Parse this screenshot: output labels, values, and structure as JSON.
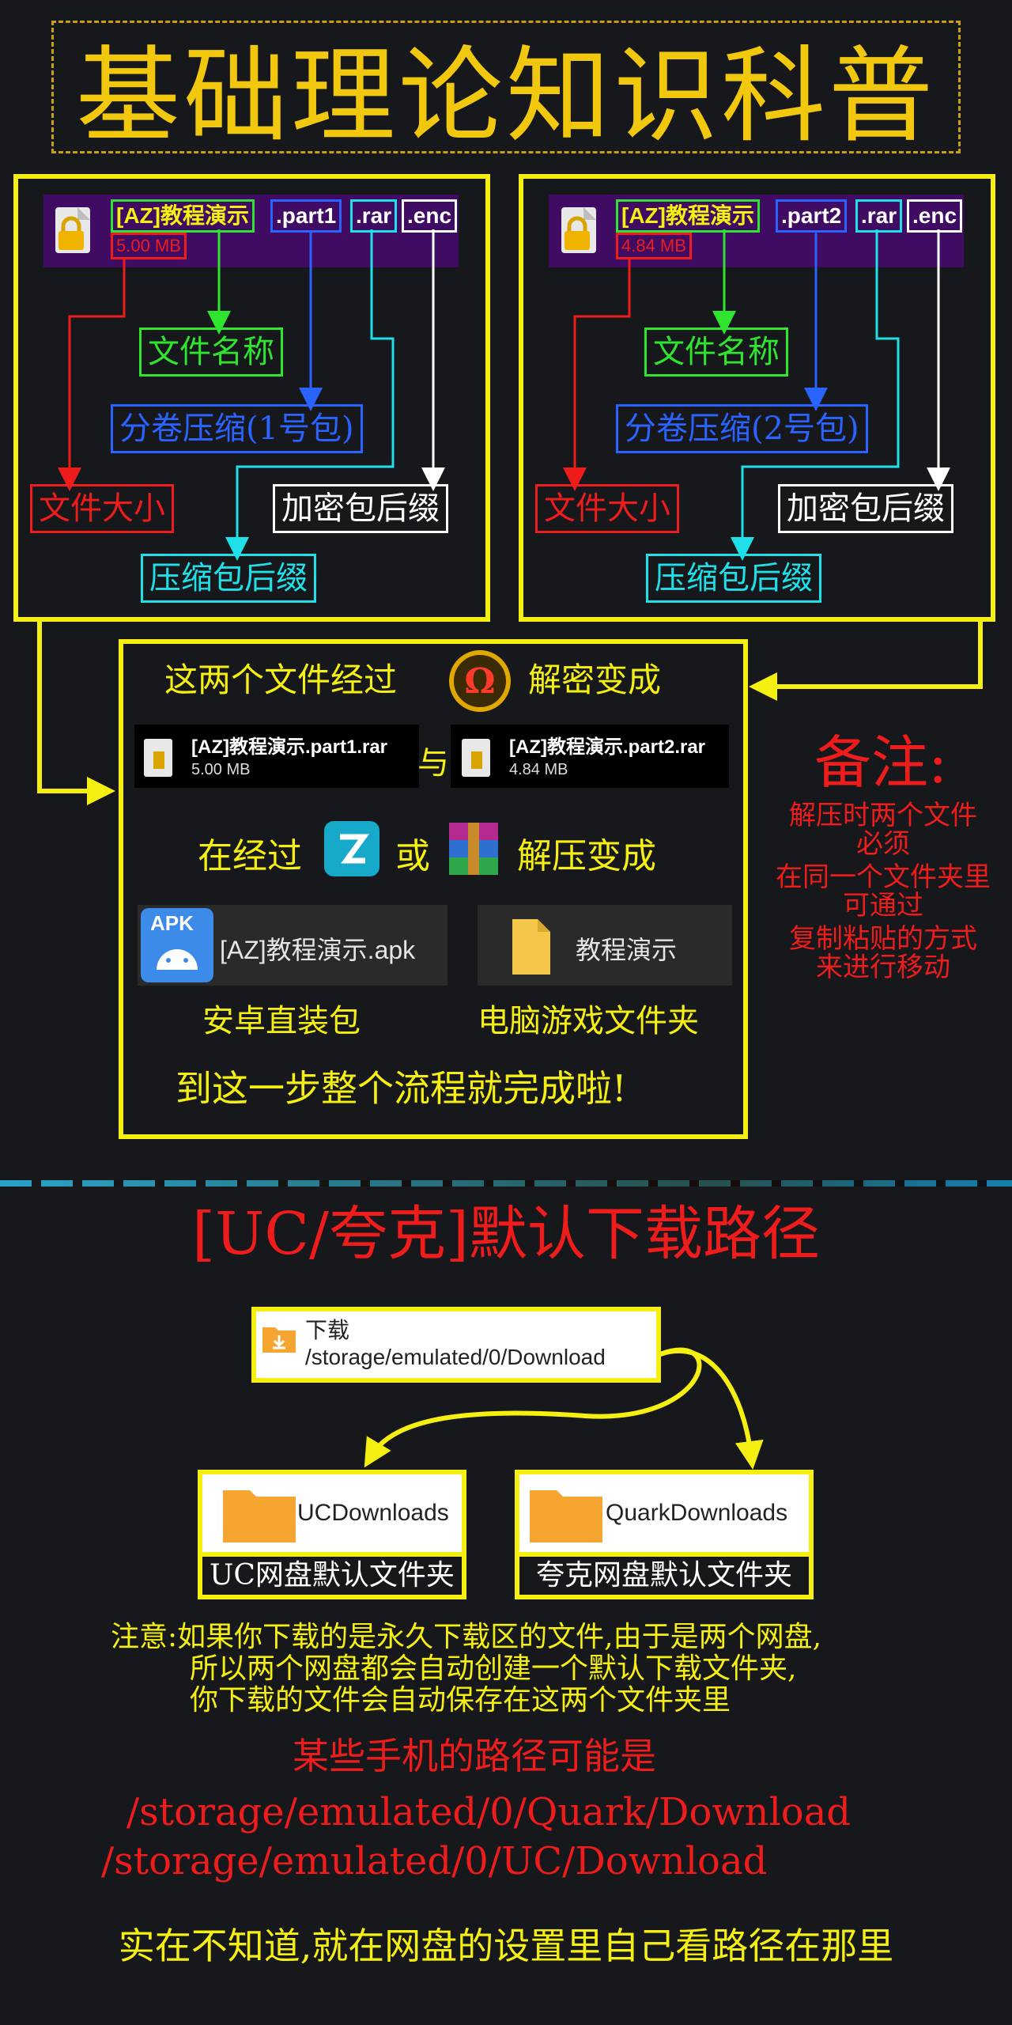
{
  "title": "基础理论知识科普",
  "left_card": {
    "name": "[AZ]教程演示",
    "part": ".part1",
    "rar": ".rar",
    "enc": ".enc",
    "size": "5.00 MB",
    "label_name": "文件名称",
    "label_part": "分卷压缩(1号包)",
    "label_size": "文件大小",
    "label_enc": "加密包后缀",
    "label_rar": "压缩包后缀"
  },
  "right_card": {
    "name": "[AZ]教程演示",
    "part": ".part2",
    "rar": ".rar",
    "enc": ".enc",
    "size": "4.84 MB",
    "label_name": "文件名称",
    "label_part": "分卷压缩(2号包)",
    "label_size": "文件大小",
    "label_enc": "加密包后缀",
    "label_rar": "压缩包后缀"
  },
  "center": {
    "line1_pre": "这两个文件经过",
    "line1_post": "解密变成",
    "file1_name": "[AZ]教程演示.part1.rar",
    "file1_size": "5.00 MB",
    "and": "与",
    "file2_name": "[AZ]教程演示.part2.rar",
    "file2_size": "4.84 MB",
    "line2_pre": "在经过",
    "line2_or": "或",
    "line2_post": "解压变成",
    "apk_badge": "APK",
    "apk_name": "[AZ]教程演示.apk",
    "folder_name": "教程演示",
    "apk_caption": "安卓直装包",
    "folder_caption": "电脑游戏文件夹",
    "done": "到这一步整个流程就完成啦!"
  },
  "remark": {
    "title": "备注:",
    "lines": [
      "解压时两个文件",
      "必须",
      "在同一个文件夹里",
      "可通过",
      "复制粘贴的方式",
      "来进行移动"
    ]
  },
  "section2": {
    "title": "[UC/夸克]默认下载路径",
    "download_name": "下载",
    "download_path": "/storage/emulated/0/Download",
    "uc_folder": "UCDownloads",
    "uc_caption": "UC网盘默认文件夹",
    "quark_folder": "QuarkDownloads",
    "quark_caption": "夸克网盘默认文件夹",
    "note_lines": [
      "注意:如果你下载的是永久下载区的文件,由于是两个网盘,",
      "所以两个网盘都会自动创建一个默认下载文件夹,",
      "你下载的文件会自动保存在这两个文件夹里"
    ],
    "maybe": "某些手机的路径可能是",
    "path1": "/storage/emulated/0/Quark/Download",
    "path2": "/storage/emulated/0/UC/Download",
    "bottom": "实在不知道,就在网盘的设置里自己看路径在那里"
  },
  "colors": {
    "yellow": "#f6ef12",
    "red": "#ef1c1c",
    "green": "#2fe52f",
    "blue": "#2a63ff",
    "cyan": "#1fe0e8",
    "white": "#ffffff",
    "title_gold": "#f2c80e",
    "band_purple": "#3f0b63"
  },
  "icons": [
    "lock-file-icon",
    "omega-decrypt-icon",
    "zarchiver-icon",
    "winrar-icon",
    "apk-android-icon",
    "folder-icon",
    "download-folder-icon"
  ]
}
